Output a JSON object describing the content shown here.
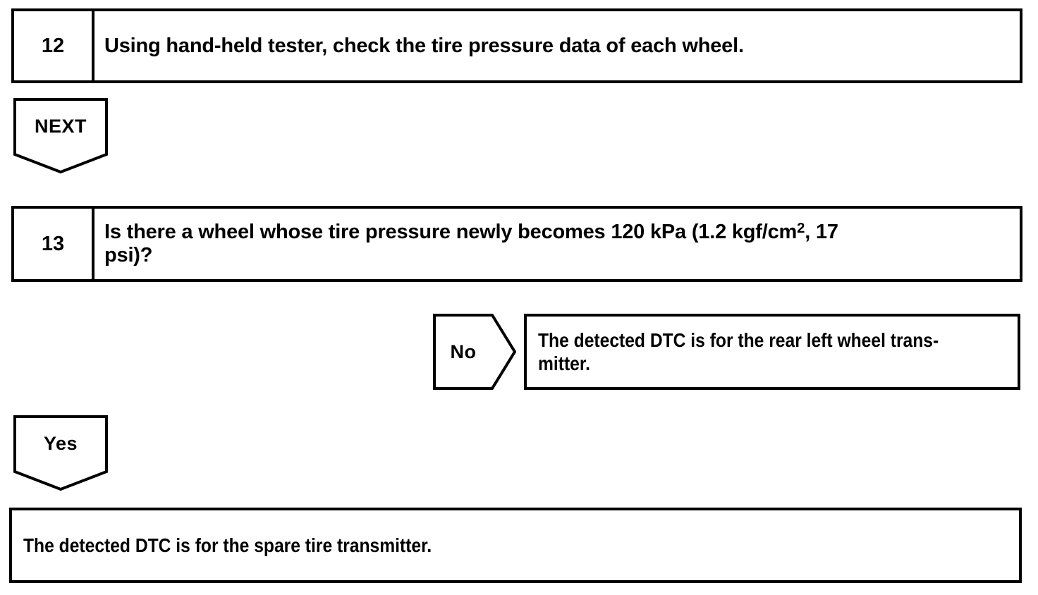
{
  "colors": {
    "ink": "#000000",
    "paper": "#ffffff"
  },
  "steps": [
    {
      "number": "12",
      "text": "Using hand-held tester, check the tire pressure data of each wheel."
    },
    {
      "number": "13",
      "question_pre": "Is there a wheel whose tire pressure newly becomes 120 kPa (1.2 kgf/cm",
      "question_sup": "2",
      "question_post": ", 17",
      "question_line2": "psi)?"
    }
  ],
  "connectors": {
    "next": "NEXT",
    "no": "No",
    "yes": "Yes"
  },
  "results": {
    "no": {
      "line1": "The detected DTC is for the rear left wheel trans-",
      "line2": "mitter."
    },
    "yes": {
      "text": "The detected DTC is for the spare tire transmitter."
    }
  }
}
